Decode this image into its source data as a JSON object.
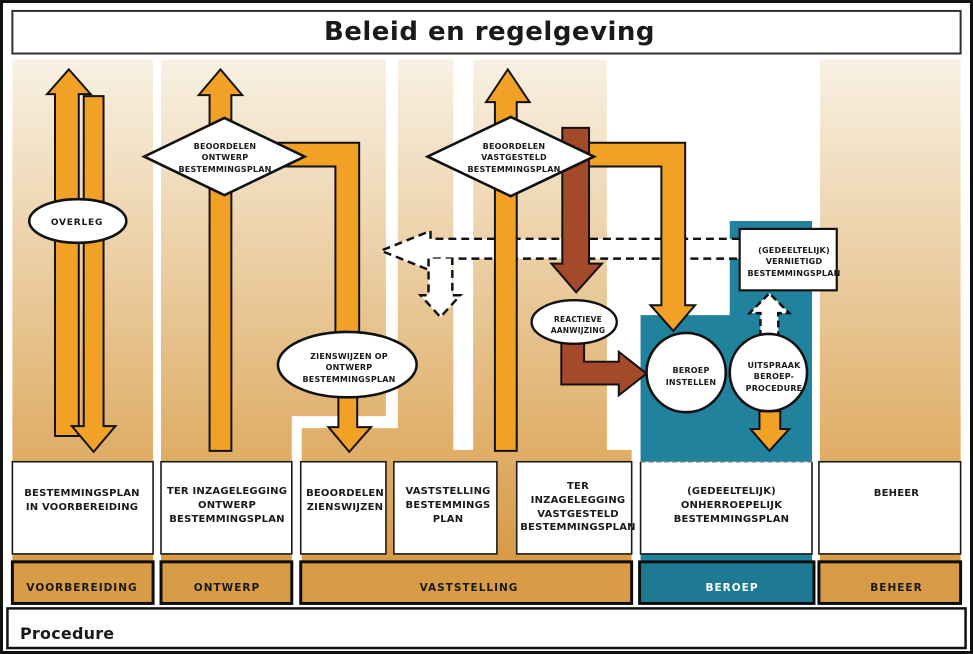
{
  "window": {
    "title": "Beleid en regelgeving",
    "footer_label": "Procedure"
  },
  "flow_shapes": {
    "overleg": "OVERLEG",
    "beoordelen_ontwerp": "BEOORDELEN\nONTWERP\nBESTEMMINGSPLAN",
    "zienswijzen_op_ontwerp": "ZIENSWIJZEN OP\nONTWERP\nBESTEMMINGSPLAN",
    "beoordelen_vastgesteld": "BEOORDELEN\nVASTGESTELD\nBESTEMMINGSPLAN",
    "reactieve_aanwijzing": "REACTIEVE\nAANWIJZING",
    "beroep_instellen": "BEROEP\nINSTELLEN",
    "uitspraak_beroepprocedure": "UITSPRAAK\nBEROEP-\nPROCEDURE",
    "vernietigd_bestemmingsplan": "(GEDEELTELIJK)\nVERNIETIGD\nBESTEMMINGSPLAN"
  },
  "stage_boxes": [
    {
      "label": "BESTEMMINGSPLAN\nIN VOORBEREIDING"
    },
    {
      "label": "TER INZAGELEGGING\nONTWERP\nBESTEMMINGSPLAN"
    },
    {
      "label": "BEOORDELEN\nZIENSWIJZEN"
    },
    {
      "label": "VASTSTELLING\nBESTEMMINGS\nPLAN"
    },
    {
      "label": "TER\nINZAGELEGGING\nVASTGESTELD\nBESTEMMINGSPLAN"
    },
    {
      "label": "(GEDEELTELIJK)\nONHERROEPELIJK\nBESTEMMINGSPLAN"
    },
    {
      "label": "BEHEER"
    }
  ],
  "phase_bars": [
    {
      "label": "VOORBEREIDING",
      "color": "#D79C45"
    },
    {
      "label": "ONTWERP",
      "color": "#D79C45"
    },
    {
      "label": "VASTSTELLING",
      "color": "#D79C45"
    },
    {
      "label": "BEROEP",
      "color": "#1E7A93"
    },
    {
      "label": "BEHEER",
      "color": "#D79C45"
    }
  ],
  "colors": {
    "arrow_orange": "#F0A126",
    "arrow_brown": "#A44A2A",
    "teal_region": "#21829D",
    "teal_bar": "#1E7A93",
    "phase_bar_orange": "#D79C45",
    "gradient_top": "#F8F1E3",
    "gradient_bottom": "#D89B45",
    "outline": "#111111"
  }
}
